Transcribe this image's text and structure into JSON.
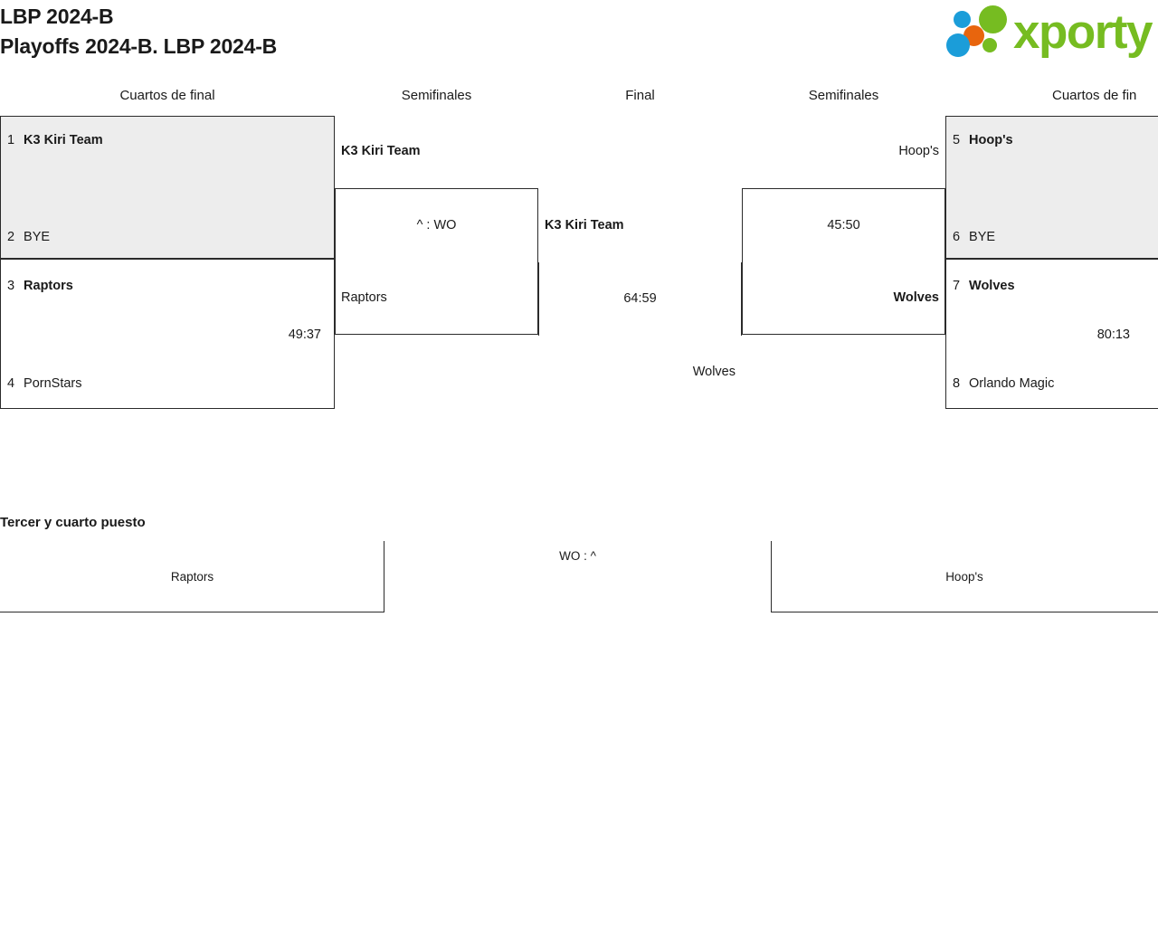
{
  "header": {
    "line1": "LBP 2024-B",
    "line2": "Playoffs 2024-B. LBP 2024-B",
    "logo": {
      "word": "xporty",
      "green": "#76bc21",
      "blue": "#1b9dd9",
      "orange": "#e8650d"
    }
  },
  "rounds": {
    "left_quarters": "Cuartos de final",
    "left_semis": "Semifinales",
    "final": "Final",
    "right_semis": "Semifinales",
    "right_quarters": "Cuartos de fin"
  },
  "bracket": {
    "left_quarterfinals": [
      {
        "top": {
          "seed": "1",
          "name": "K3 Kiri Team",
          "winner": true
        },
        "bottom": {
          "seed": "2",
          "name": "BYE",
          "winner": false
        },
        "score": ""
      },
      {
        "top": {
          "seed": "3",
          "name": "Raptors",
          "winner": true
        },
        "bottom": {
          "seed": "4",
          "name": "PornStars",
          "winner": false
        },
        "score": "49:37"
      }
    ],
    "left_semifinal": {
      "top": {
        "name": "K3 Kiri Team",
        "winner": true
      },
      "bottom": {
        "name": "Raptors",
        "winner": false
      },
      "score": "^ : WO"
    },
    "final": {
      "top": {
        "name": "K3 Kiri Team",
        "winner": true
      },
      "bottom": {
        "name": "Wolves",
        "winner": false
      },
      "score": "64:59"
    },
    "right_semifinal": {
      "top": {
        "name": "Hoop's",
        "winner": false
      },
      "bottom": {
        "name": "Wolves",
        "winner": true
      },
      "score": "45:50"
    },
    "right_quarterfinals": [
      {
        "top": {
          "seed": "5",
          "name": "Hoop's",
          "winner": true
        },
        "bottom": {
          "seed": "6",
          "name": "BYE",
          "winner": false
        },
        "score": ""
      },
      {
        "top": {
          "seed": "7",
          "name": "Wolves",
          "winner": true
        },
        "bottom": {
          "seed": "8",
          "name": "Orlando Magic",
          "winner": false
        },
        "score": "80:13"
      }
    ]
  },
  "third_place": {
    "title": "Tercer y cuarto puesto",
    "left_team": "Raptors",
    "right_team": "Hoop's",
    "score": "WO : ^"
  }
}
